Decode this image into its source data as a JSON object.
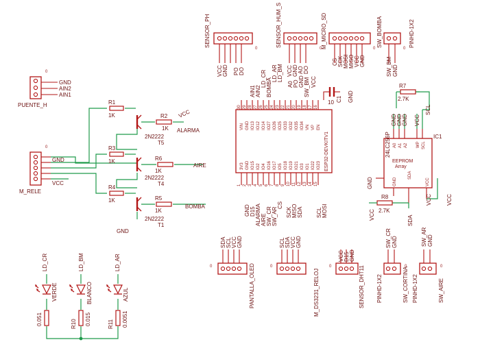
{
  "connectors_top": [
    {
      "ref": "SENSOR_PH",
      "pins": [
        "VCC",
        "GND",
        "",
        "PO",
        "DO"
      ],
      "pin0": "0"
    },
    {
      "ref": "SENSOR_HUM_S",
      "pins": [
        "VCC",
        "GND",
        "AO",
        "DO"
      ],
      "pin0": "0"
    },
    {
      "ref": "M_MICRO_SD",
      "pins": [
        "CS",
        "SCK",
        "MOSI",
        "MISO",
        "VCC",
        "GND"
      ],
      "pin0": "0"
    },
    {
      "ref": "SW_BOMBA",
      "pins": [
        "SW_BM",
        "GND"
      ],
      "pin0": "0"
    },
    {
      "ref": "PINHD-1X2",
      "pins": [],
      "pin0": ""
    }
  ],
  "puente_h": {
    "ref": "PUENTE_H",
    "pin0": "0",
    "pins": [
      "GND",
      "AIN2",
      "AIN1"
    ]
  },
  "m_rele": {
    "ref": "M_RELE",
    "pin0": "0",
    "pins": [
      "GND",
      "VCC"
    ]
  },
  "transistors": [
    {
      "r_in": "R1",
      "r_in_val": "1K",
      "q_ref": "T5",
      "q_val": "2N2222",
      "r_out": "R2",
      "r_out_val": "1K",
      "net": "ALARMA",
      "supply": "VCC"
    },
    {
      "r_in": "R3",
      "r_in_val": "1K",
      "q_ref": "T4",
      "q_val": "2N2222",
      "r_out": "R6",
      "r_out_val": "1K",
      "net": "AIRE"
    },
    {
      "r_in": "R4",
      "r_in_val": "1K",
      "q_ref": "T1",
      "q_val": "2N2222",
      "r_out": "R5",
      "r_out_val": "1K",
      "net": "BOMBA"
    }
  ],
  "gnd_label": "GND",
  "esp32": {
    "part": "ESP32-DEVKITV1",
    "top_nets": [
      "AIN1",
      "AIN2",
      "LD_CR",
      "BOMBA",
      "LD_AR",
      "LD_BM",
      "A0",
      "PO",
      "GND",
      "SW_BM",
      "VCC"
    ],
    "top_pins": [
      "VIN",
      "GND",
      "IO13",
      "IO12",
      "IO14",
      "IO27",
      "IO26",
      "IO25",
      "IO33",
      "IO32",
      "IO35",
      "IO34",
      "VN",
      "VP",
      "EN"
    ],
    "top_nums": [
      "30",
      "29",
      "28",
      "27",
      "26",
      "25",
      "24",
      "23",
      "22",
      "21",
      "20",
      "19",
      "18",
      "17",
      "16"
    ],
    "bot_pins": [
      "3V3",
      "GND",
      "IO15",
      "IO2",
      "IO4",
      "IO16",
      "IO17",
      "IO5",
      "IO18",
      "IO19",
      "IO21",
      "IO3",
      "IO1",
      "IO22",
      "IO23"
    ],
    "bot_nums": [
      "1",
      "2",
      "3",
      "4",
      "5",
      "6",
      "7",
      "8",
      "9",
      "10",
      "11",
      "12",
      "13",
      "14",
      "15"
    ],
    "bot_nets": [
      "GND",
      "D15",
      "ALARMA",
      "AIRE",
      "SW_CR",
      "SW_AR",
      "CS",
      "SCK",
      "MISO",
      "SDA",
      "",
      "",
      "SCL",
      "MOSI",
      ""
    ]
  },
  "c1": {
    "ref": "C1",
    "num": "10",
    "gnd": "GND"
  },
  "eeprom": {
    "ref": "IC1",
    "part": "24LC256P",
    "title": "EEPROM",
    "sub": "Array",
    "top_nets": [
      "GND",
      "GND",
      "GND",
      "VCC",
      "SCL"
    ],
    "top_pins": [
      "A0",
      "A1",
      "A2",
      "WP",
      "SCL"
    ],
    "bot_pins": [
      "GND",
      "SDA",
      "VCC"
    ],
    "left_net": "GND",
    "sda": "SDA",
    "vcc": "VCC",
    "vcc2": "VCC"
  },
  "r7": {
    "ref": "R7",
    "val": "2.7K"
  },
  "r8": {
    "ref": "R8",
    "val": "2.7K",
    "vcc": "VCC"
  },
  "connectors_bottom": [
    {
      "ref": "PANTALLA_OLED",
      "pins": [
        "SDA",
        "SCL",
        "VCC",
        "GND"
      ],
      "pin0": "0"
    },
    {
      "ref": "M_DS3231_RELOJ",
      "pins": [
        "SCL",
        "SDA",
        "VCC",
        "GND"
      ],
      "pin0": "0"
    },
    {
      "ref": "SENSOR_DHT11",
      "pins": [
        "VCC",
        "D15",
        "GND"
      ],
      "pin0": "0"
    },
    {
      "ref": "SW_CORTINA",
      "part": "PINHD-1X2",
      "pins": [
        "SW_CR",
        "GND"
      ],
      "pin0": "0"
    },
    {
      "ref": "SW_AIRE",
      "part": "PINHD-1X2",
      "pins": [
        "SW_AR",
        "GND"
      ],
      "pin0": "0"
    }
  ],
  "leds": [
    {
      "net": "LD_CR",
      "color": "VERDE",
      "r_ref": "",
      "r_val": "0.051"
    },
    {
      "net": "LD_BM",
      "color": "BLANCO",
      "r_ref": "R10",
      "r_val": "0.015"
    },
    {
      "net": "LD_AR",
      "color": "AZUL",
      "r_ref": "R11",
      "r_val": "0.0051"
    }
  ]
}
